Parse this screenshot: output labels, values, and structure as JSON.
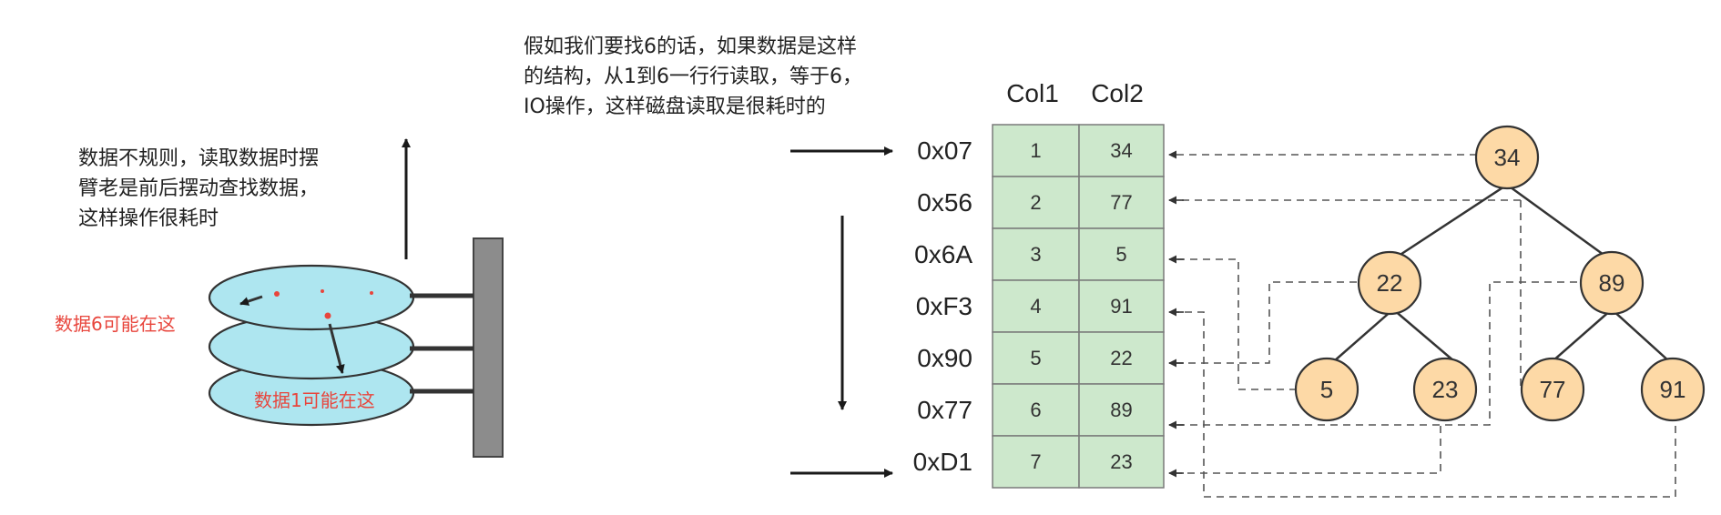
{
  "notes": {
    "top": [
      "假如我们要找6的话，如果数据是这样",
      "的结构，从1到6一行行读取，等于6，",
      "IO操作，这样磁盘读取是很耗时的"
    ],
    "left": [
      "数据不规则，读取数据时摆",
      "臂老是前后摆动查找数据，",
      "这样操作很耗时"
    ],
    "label_6": "数据6可能在这",
    "label_1": "数据1可能在这"
  },
  "table": {
    "headers": [
      "Col1",
      "Col2"
    ],
    "rows": [
      {
        "addr": "0x07",
        "col1": "1",
        "col2": "34"
      },
      {
        "addr": "0x56",
        "col1": "2",
        "col2": "77"
      },
      {
        "addr": "0x6A",
        "col1": "3",
        "col2": "5"
      },
      {
        "addr": "0xF3",
        "col1": "4",
        "col2": "91"
      },
      {
        "addr": "0x90",
        "col1": "5",
        "col2": "22"
      },
      {
        "addr": "0x77",
        "col1": "6",
        "col2": "89"
      },
      {
        "addr": "0xD1",
        "col1": "7",
        "col2": "23"
      }
    ]
  },
  "tree": {
    "nodes": [
      {
        "id": "n34",
        "value": "34"
      },
      {
        "id": "n22",
        "value": "22"
      },
      {
        "id": "n89",
        "value": "89"
      },
      {
        "id": "n5",
        "value": "5"
      },
      {
        "id": "n23",
        "value": "23"
      },
      {
        "id": "n77",
        "value": "77"
      },
      {
        "id": "n91",
        "value": "91"
      }
    ]
  },
  "colors": {
    "cell_fill": "#cde8cc",
    "cell_stroke": "#7a7a7a",
    "node_fill": "#fdd9a6",
    "node_stroke": "#333333",
    "platter_fill": "#aee6f0",
    "arm_fill": "#8c8c8c",
    "red": "#e8453c"
  }
}
